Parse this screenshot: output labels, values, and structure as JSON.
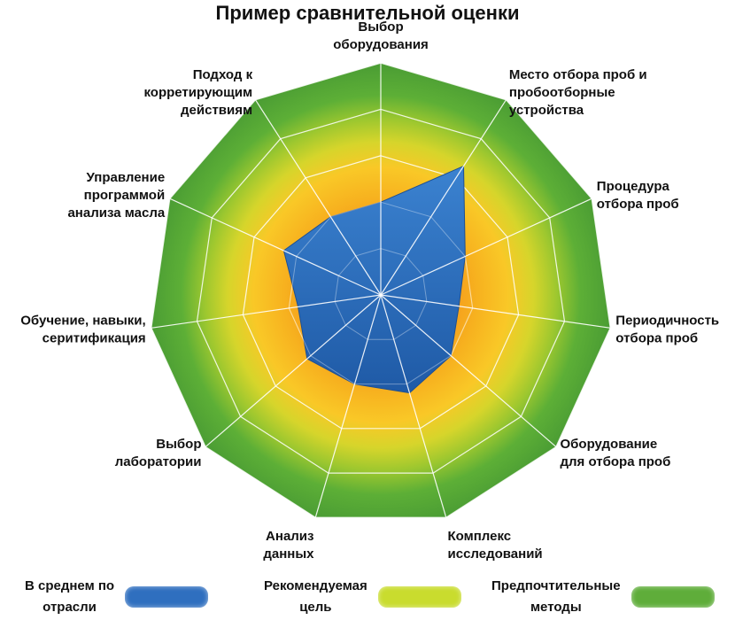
{
  "chart_data": {
    "type": "radar",
    "title": "Пример сравнительной оценки",
    "axes": [
      "Выбор оборудования",
      "Место отбора проб и пробоотборные устройства",
      "Процедура отбора проб",
      "Периодичность отбора проб",
      "Оборудование для отбора проб",
      "Комплекс исследований",
      "Анализ данных",
      "Выбор лаборатории",
      "Обучение, навыки, серитификация",
      "Управление программой анализа масла",
      "Подход к корретирующим действиям"
    ],
    "axis_label_lines": [
      [
        "Выбор",
        "оборудования"
      ],
      [
        "Место отбора проб и",
        "пробоотборные",
        "устройства"
      ],
      [
        "Процедура",
        "отбора проб"
      ],
      [
        "Периодичность",
        "отбора проб"
      ],
      [
        "Оборудование",
        "для отбора проб"
      ],
      [
        "Комплекс",
        "исследований"
      ],
      [
        "Анализ",
        "данных"
      ],
      [
        "Выбор",
        "лаборатории"
      ],
      [
        "Обучение, навыки,",
        "серитификация"
      ],
      [
        "Управление",
        "программой",
        "анализа масла"
      ],
      [
        "Подход к",
        "корретирующим",
        "действиям"
      ]
    ],
    "scale_max": 5,
    "levels": 5,
    "series": [
      {
        "name": "В среднем по отрасли",
        "color": "#2f6fbf",
        "values": [
          2.0,
          3.3,
          2.0,
          1.7,
          2.0,
          2.2,
          2.0,
          2.1,
          1.8,
          2.3,
          2.0
        ]
      }
    ],
    "bands": [
      {
        "from": 0,
        "to": 1,
        "color": "#ee7b1f"
      },
      {
        "from": 1,
        "to": 2,
        "color": "#f49a1b"
      },
      {
        "from": 2,
        "to": 3,
        "color": "#f9c22a"
      },
      {
        "from": 3,
        "to": 4,
        "color": "#b7cf2c"
      },
      {
        "from": 4,
        "to": 5,
        "color": "#4ea335"
      }
    ]
  },
  "legend": [
    {
      "label_lines": [
        "В среднем по",
        "отрасли"
      ],
      "color": "#2f6fbf"
    },
    {
      "label_lines": [
        "Рекомендуемая",
        "цель"
      ],
      "color": "#c9dc2e"
    },
    {
      "label_lines": [
        "Предпочтительные",
        "методы"
      ],
      "color": "#5fad3a"
    }
  ]
}
